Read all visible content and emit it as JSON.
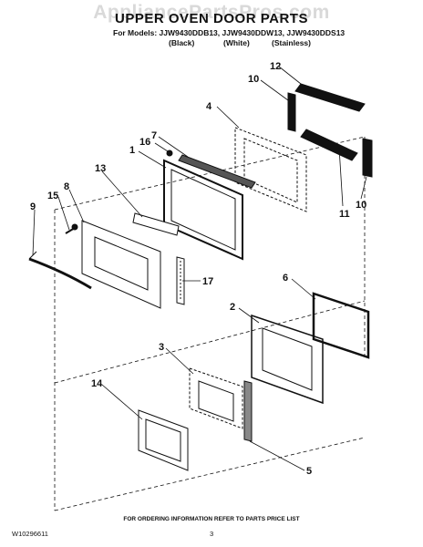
{
  "watermark": "AppliancePartsPros.com",
  "title": "UPPER OVEN DOOR PARTS",
  "models_line": "For Models: JJW9430DDB13, JJW9430DDW13, JJW9430DDS13",
  "finishes": [
    "(Black)",
    "(White)",
    "(Stainless)"
  ],
  "callouts": [
    "12",
    "10",
    "4",
    "7",
    "16",
    "1",
    "13",
    "8",
    "15",
    "9",
    "17",
    "6",
    "2",
    "3",
    "14",
    "5",
    "11",
    "10"
  ],
  "footer": "FOR ORDERING INFORMATION REFER TO PARTS PRICE LIST",
  "doc_number": "W10296611",
  "page_number": "3"
}
